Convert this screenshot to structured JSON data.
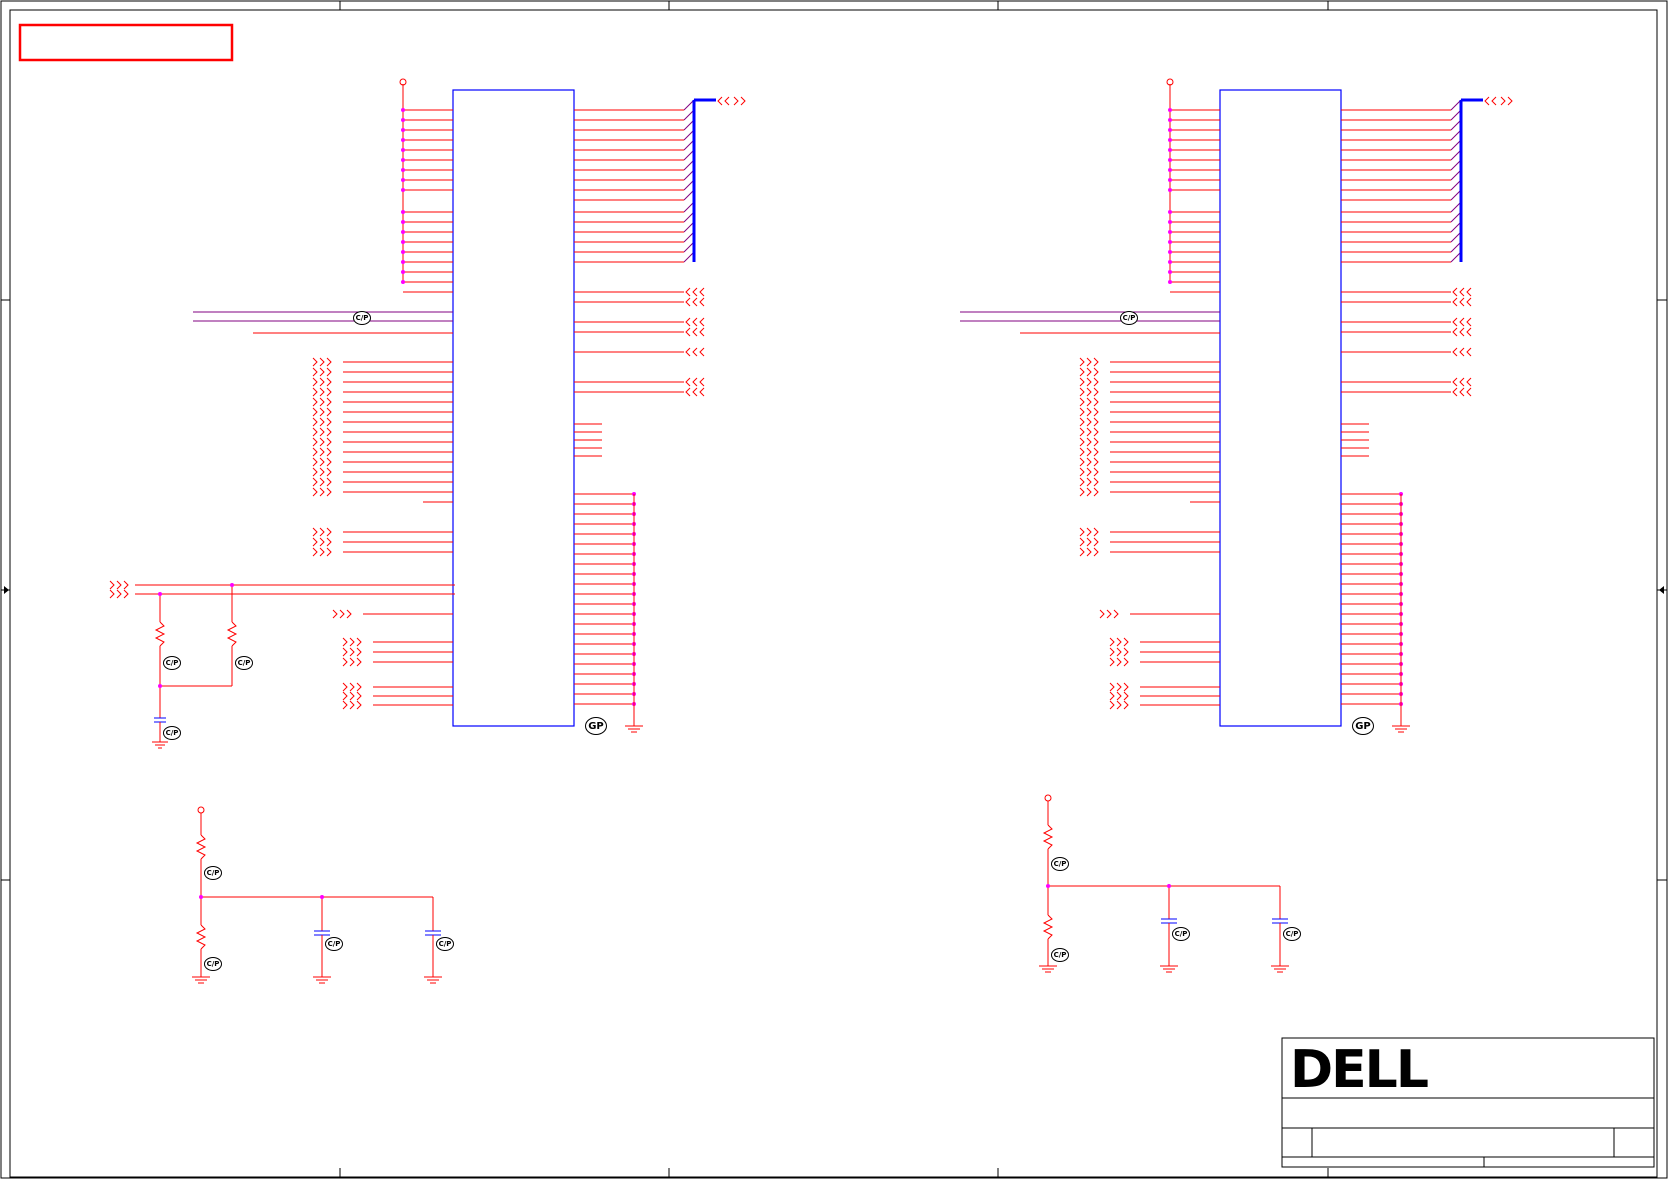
{
  "sheet": {
    "title_box_text": "",
    "border_color": "#000000",
    "wire_color": "#ff0000",
    "net_color": "#800080",
    "part_color": "#0000ff",
    "junction_color": "#ff00ff"
  },
  "title_block": {
    "logo_text": "DELL",
    "logo_icon": "dell-logo"
  },
  "marks": {
    "gp_label": "GP",
    "cp_label": "C/P"
  }
}
